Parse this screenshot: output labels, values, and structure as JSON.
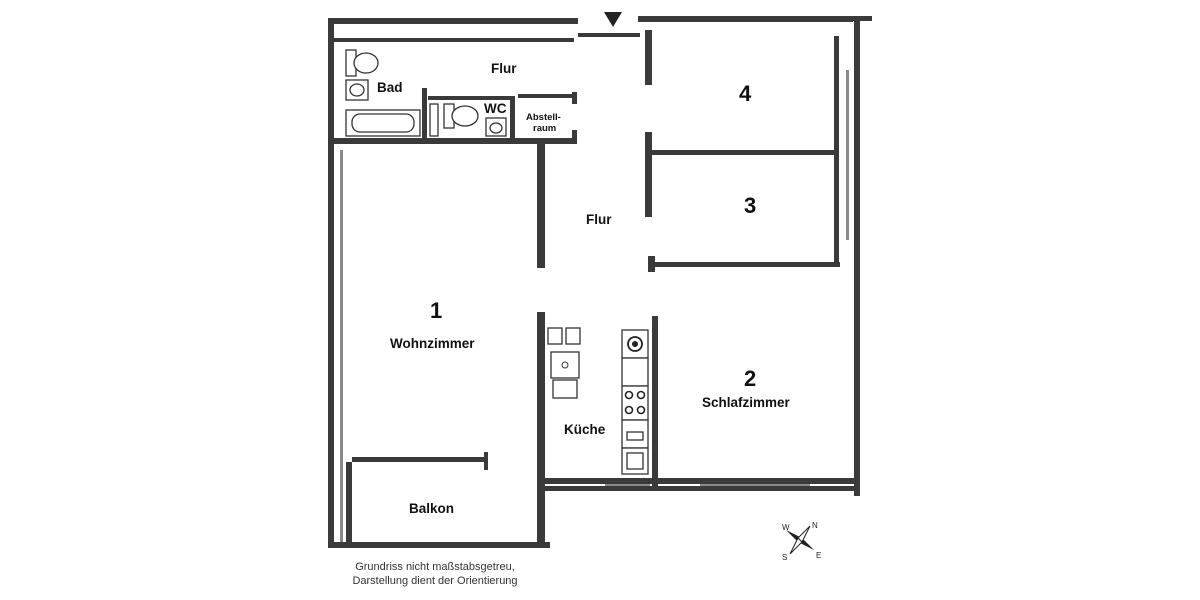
{
  "rooms": {
    "bad": "Bad",
    "flur_top": "Flur",
    "wc": "WC",
    "abstell_line1": "Abstell-",
    "abstell_line2": "raum",
    "flur_mid": "Flur",
    "room4_num": "4",
    "room3_num": "3",
    "room1_num": "1",
    "room1_label": "Wohnzimmer",
    "room2_num": "2",
    "room2_label": "Schlafzimmer",
    "kueche": "Küche",
    "balkon": "Balkon"
  },
  "disclaimer": {
    "line1": "Grundriss nicht maßstabsgetreu,",
    "line2": "Darstellung dient der Orientierung"
  },
  "compass": {
    "n": "N",
    "e": "E",
    "s": "S",
    "w": "W"
  }
}
